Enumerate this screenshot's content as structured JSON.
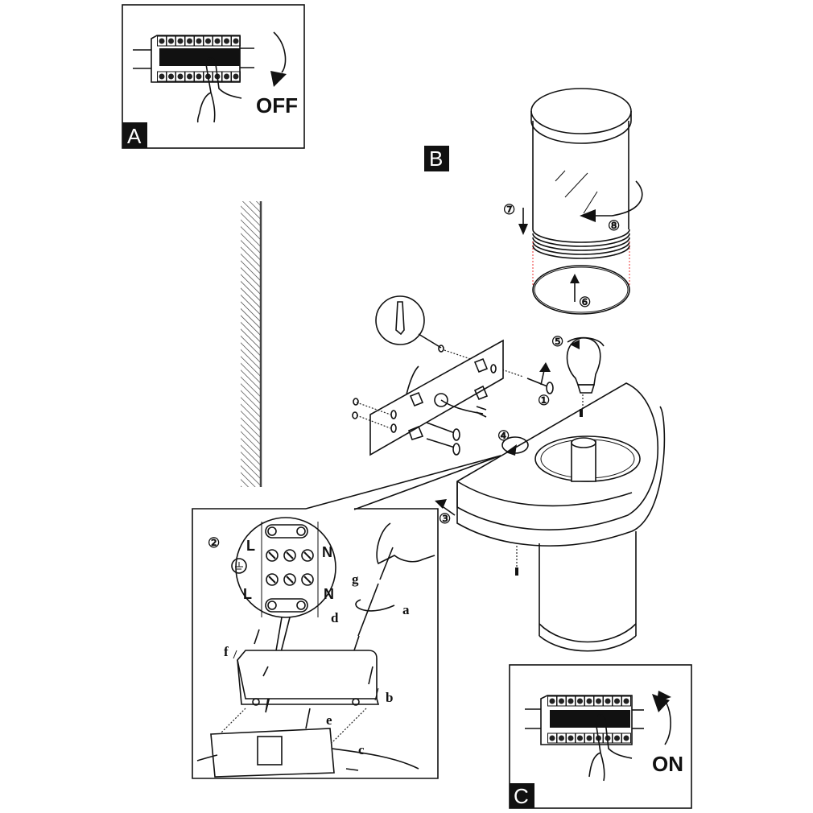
{
  "panels": {
    "A": {
      "label": "A",
      "action": "OFF"
    },
    "B": {
      "label": "B"
    },
    "C": {
      "label": "C",
      "action": "ON"
    }
  },
  "steps": [
    "①",
    "②",
    "③",
    "④",
    "⑤",
    "⑥",
    "⑦",
    "⑧"
  ],
  "wiring": {
    "live": "L",
    "neutral": "N",
    "live2": "L",
    "neutral2": "N"
  },
  "sub_letters": {
    "a": "a",
    "b": "b",
    "c": "c",
    "d": "d",
    "e": "e",
    "f": "f",
    "g": "g"
  }
}
